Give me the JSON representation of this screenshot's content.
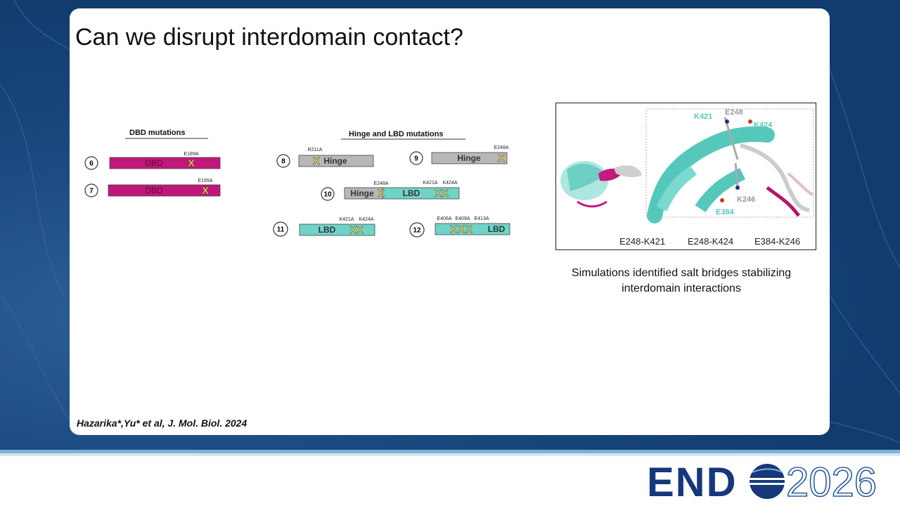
{
  "slide": {
    "title": "Can we disrupt interdomain contact?",
    "citation": "Hazarika*,Yu* et al, J. Mol. Biol. 2024"
  },
  "dbd_section": {
    "heading": "DBD mutations",
    "constructs": [
      {
        "number": "6",
        "domain": "DBD",
        "mutation": "E189A"
      },
      {
        "number": "7",
        "domain": "DBD",
        "mutation": "E195A"
      }
    ]
  },
  "hinge_section": {
    "heading": "Hinge and LBD mutations",
    "constructs": [
      {
        "number": "8",
        "domains": [
          "Hinge"
        ],
        "mutations": [
          "R211A"
        ]
      },
      {
        "number": "9",
        "domains": [
          "Hinge"
        ],
        "mutations": [
          "E248A"
        ]
      },
      {
        "number": "10",
        "domains": [
          "Hinge",
          "LBD"
        ],
        "mutations": [
          "E248A",
          "K421A",
          "K424A"
        ]
      },
      {
        "number": "11",
        "domains": [
          "LBD"
        ],
        "mutations": [
          "K421A",
          "K424A"
        ]
      },
      {
        "number": "12",
        "domains": [
          "LBD"
        ],
        "mutations": [
          "E406A",
          "E409A",
          "E413A"
        ]
      }
    ]
  },
  "structure_panel": {
    "residue_labels": [
      "K421",
      "E248",
      "K424",
      "K246",
      "E384"
    ],
    "salt_bridges": [
      "E248-K421",
      "E248-K424",
      "E384-K246"
    ]
  },
  "caption": {
    "line1": "Simulations identified salt bridges stabilizing",
    "line2": "interdomain interactions"
  },
  "footer": {
    "logo_left": "END",
    "logo_right": "2026"
  },
  "colors": {
    "dbd": "#c0177a",
    "hinge": "#b7b7b7",
    "lbd": "#6fd3c8",
    "mutation_x": "#f2d35a",
    "brand_navy": "#16377a",
    "brand_light": "#7fb0dc"
  }
}
